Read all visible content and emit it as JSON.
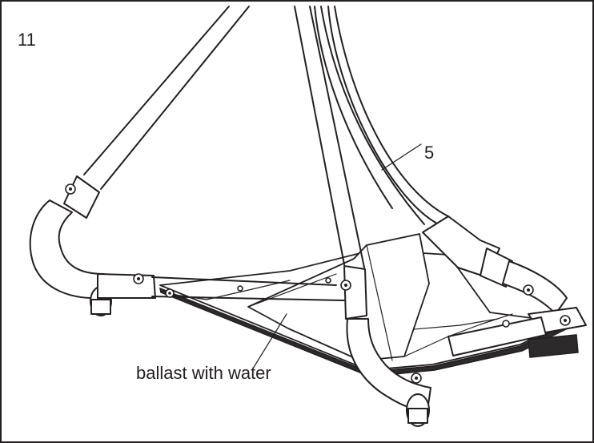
{
  "figure": {
    "step_number": "11",
    "part_callout": "5",
    "ballast_label": "ballast with water"
  },
  "colors": {
    "ink": "#231f20",
    "paper": "#ffffff"
  }
}
